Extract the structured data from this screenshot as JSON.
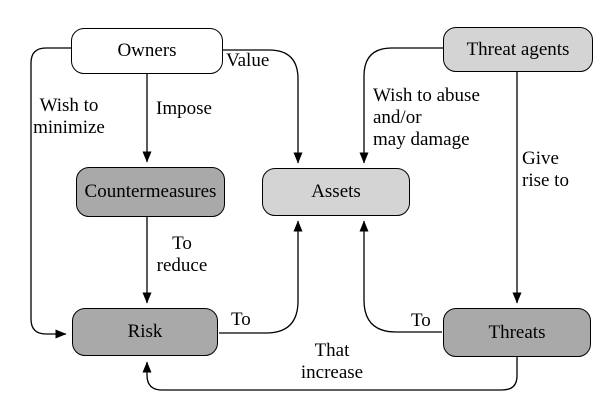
{
  "diagram": {
    "nodes": {
      "owners": {
        "label": "Owners",
        "fill": "#ffffff"
      },
      "threat_agents": {
        "label": "Threat agents",
        "fill": "#d4d4d4"
      },
      "countermeasures": {
        "label": "Countermeasures",
        "fill": "#a9a9a9"
      },
      "assets": {
        "label": "Assets",
        "fill": "#d4d4d4"
      },
      "risk": {
        "label": "Risk",
        "fill": "#a9a9a9"
      },
      "threats": {
        "label": "Threats",
        "fill": "#a9a9a9"
      }
    },
    "edge_labels": {
      "wish_to_minimize": "Wish to\nminimize",
      "impose": "Impose",
      "value": "Value",
      "wish_to_abuse": "Wish to abuse\nand/or\nmay damage",
      "give_rise_to": "Give\nrise to",
      "to_reduce": "To\nreduce",
      "to_assets_from_risk": "To",
      "to_assets_from_threats": "To",
      "that_increase": "That\nincrease"
    },
    "colors": {
      "background": "#ffffff",
      "line": "#000000",
      "text": "#000000",
      "node_border": "#000000",
      "light_fill": "#d4d4d4",
      "dark_fill": "#a9a9a9",
      "white_fill": "#ffffff"
    }
  }
}
